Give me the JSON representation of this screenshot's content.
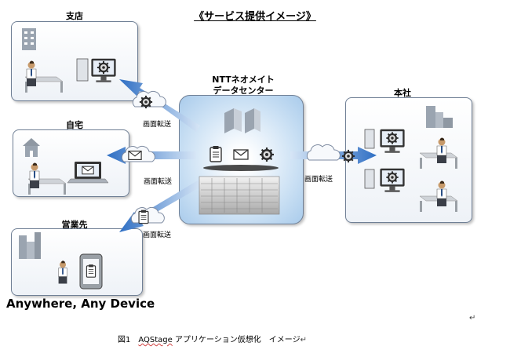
{
  "title": "《サービス提供イメージ》",
  "nodes": {
    "branch": "支店",
    "home": "自宅",
    "client_site": "営業先",
    "headquarters": "本社",
    "datacenter_line1": "NTTネオメイト",
    "datacenter_line2": "データセンター"
  },
  "transfer_label": "画面転送",
  "tagline": "Anywhere, Any Device",
  "caption": {
    "prefix": "図1　",
    "product": "AQStage",
    "suffix": " アプリケーション仮想化　イメージ"
  },
  "marks": {
    "paragraph": "↵",
    "caption_end": "↵"
  },
  "icons": [
    "office-building-icon",
    "house-icon",
    "city-buildings-icon",
    "server-rack-icon",
    "gear-icon",
    "envelope-icon",
    "clipboard-icon",
    "cloud-icon",
    "arrow-icon",
    "smartphone-icon",
    "monitor-icon",
    "laptop-icon",
    "person-icon"
  ],
  "colors": {
    "arrow": "#3a78c9",
    "datacenter_fill": "#cfe3f5",
    "panel_border": "#6f7f95"
  }
}
